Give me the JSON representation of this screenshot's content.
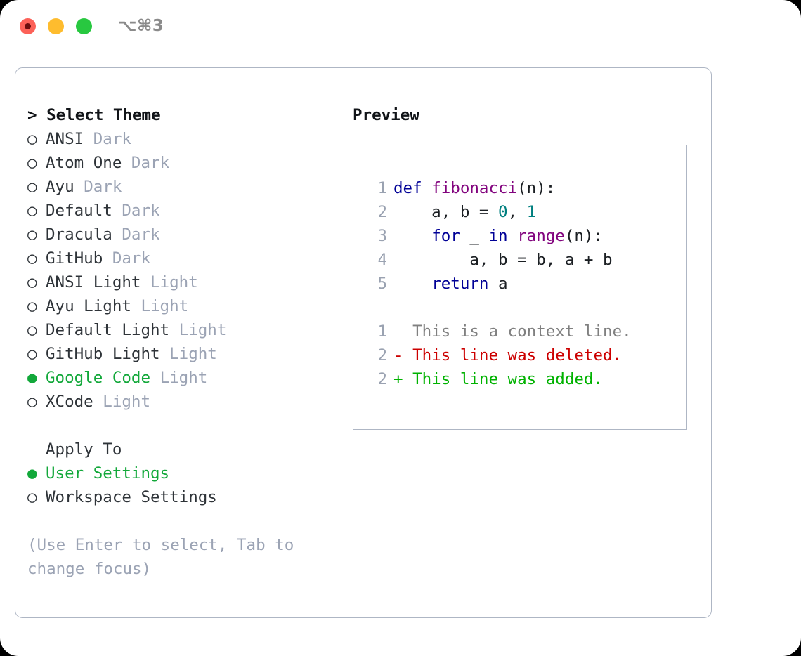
{
  "titlebar": {
    "shortcut": "⌥⌘3",
    "lights": [
      {
        "name": "close",
        "color": "#fc6158"
      },
      {
        "name": "minimize",
        "color": "#febc2e"
      },
      {
        "name": "maximize",
        "color": "#28c840"
      }
    ]
  },
  "theme_picker": {
    "heading_marker": ">",
    "heading": "Select Theme",
    "items": [
      {
        "marker": "○",
        "name": "ANSI",
        "variant": "Dark",
        "selected": false
      },
      {
        "marker": "○",
        "name": "Atom One",
        "variant": "Dark",
        "selected": false
      },
      {
        "marker": "○",
        "name": "Ayu",
        "variant": "Dark",
        "selected": false
      },
      {
        "marker": "○",
        "name": "Default",
        "variant": "Dark",
        "selected": false
      },
      {
        "marker": "○",
        "name": "Dracula",
        "variant": "Dark",
        "selected": false
      },
      {
        "marker": "○",
        "name": "GitHub",
        "variant": "Dark",
        "selected": false
      },
      {
        "marker": "○",
        "name": "ANSI Light",
        "variant": "Light",
        "selected": false
      },
      {
        "marker": "○",
        "name": "Ayu Light",
        "variant": "Light",
        "selected": false
      },
      {
        "marker": "○",
        "name": "Default Light",
        "variant": "Light",
        "selected": false
      },
      {
        "marker": "○",
        "name": "GitHub Light",
        "variant": "Light",
        "selected": false
      },
      {
        "marker": "●",
        "name": "Google Code",
        "variant": "Light",
        "selected": true
      },
      {
        "marker": "○",
        "name": "XCode",
        "variant": "Light",
        "selected": false
      }
    ]
  },
  "apply_to": {
    "heading": "Apply To",
    "options": [
      {
        "marker": "●",
        "name": "User Settings",
        "selected": true
      },
      {
        "marker": "○",
        "name": "Workspace Settings",
        "selected": false
      }
    ]
  },
  "hint": "(Use Enter to select, Tab to change focus)",
  "preview": {
    "title": "Preview",
    "code_lines": [
      {
        "num": "1",
        "tokens": [
          {
            "t": "def",
            "c": "kw"
          },
          {
            "t": " ",
            "c": "pl"
          },
          {
            "t": "fibonacci",
            "c": "fn"
          },
          {
            "t": "(n):",
            "c": "pl"
          }
        ]
      },
      {
        "num": "2",
        "tokens": [
          {
            "t": "    a, b = ",
            "c": "pl"
          },
          {
            "t": "0",
            "c": "num"
          },
          {
            "t": ", ",
            "c": "pl"
          },
          {
            "t": "1",
            "c": "num"
          }
        ]
      },
      {
        "num": "3",
        "tokens": [
          {
            "t": "    ",
            "c": "pl"
          },
          {
            "t": "for",
            "c": "kw"
          },
          {
            "t": " _ ",
            "c": "pl"
          },
          {
            "t": "in",
            "c": "kw"
          },
          {
            "t": " ",
            "c": "pl"
          },
          {
            "t": "range",
            "c": "fn"
          },
          {
            "t": "(n):",
            "c": "pl"
          }
        ]
      },
      {
        "num": "4",
        "tokens": [
          {
            "t": "        a, b = b, a + b",
            "c": "pl"
          }
        ]
      },
      {
        "num": "5",
        "tokens": [
          {
            "t": "    ",
            "c": "pl"
          },
          {
            "t": "return",
            "c": "kw"
          },
          {
            "t": " a",
            "c": "pl"
          }
        ]
      }
    ],
    "diff_lines": [
      {
        "num": "1",
        "sign": " ",
        "text": "This is a context line.",
        "kind": "ctx"
      },
      {
        "num": "2",
        "sign": "-",
        "text": "This line was deleted.",
        "kind": "del"
      },
      {
        "num": "2",
        "sign": "+",
        "text": "This line was added.",
        "kind": "add"
      }
    ]
  },
  "colors": {
    "accent_green": "#12a83a",
    "muted": "#9ba3b4",
    "border": "#aeb6c4",
    "keyword": "#000096",
    "function": "#82047e",
    "number": "#007f7f",
    "diff_deleted": "#cc0000",
    "diff_added": "#00b200",
    "context": "#808080"
  }
}
